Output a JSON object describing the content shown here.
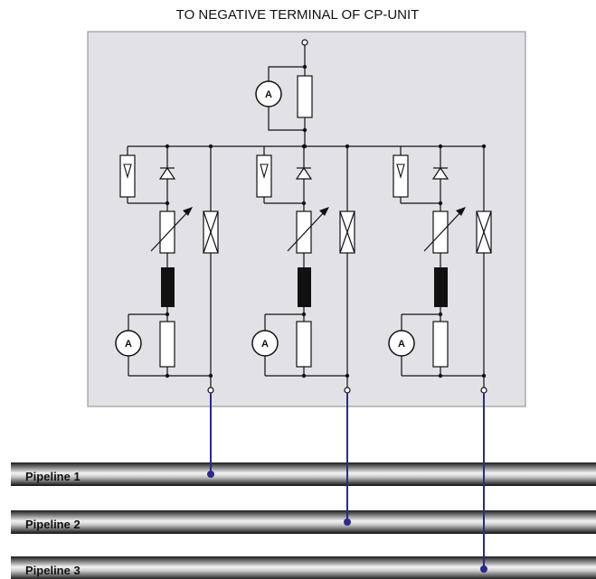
{
  "title": "TO NEGATIVE TERMINAL OF CP-UNIT",
  "ammeter_label": "A",
  "pipelines": [
    {
      "label": "Pipeline 1"
    },
    {
      "label": "Pipeline 2"
    },
    {
      "label": "Pipeline 3"
    }
  ],
  "colors": {
    "panel": "#e2e2e6",
    "panel_border": "#8a8a8a",
    "lead": "#2a2a8c",
    "inductor": "#111111",
    "pipe_dark": "#111111",
    "pipe_light": "#f4f4f4"
  }
}
